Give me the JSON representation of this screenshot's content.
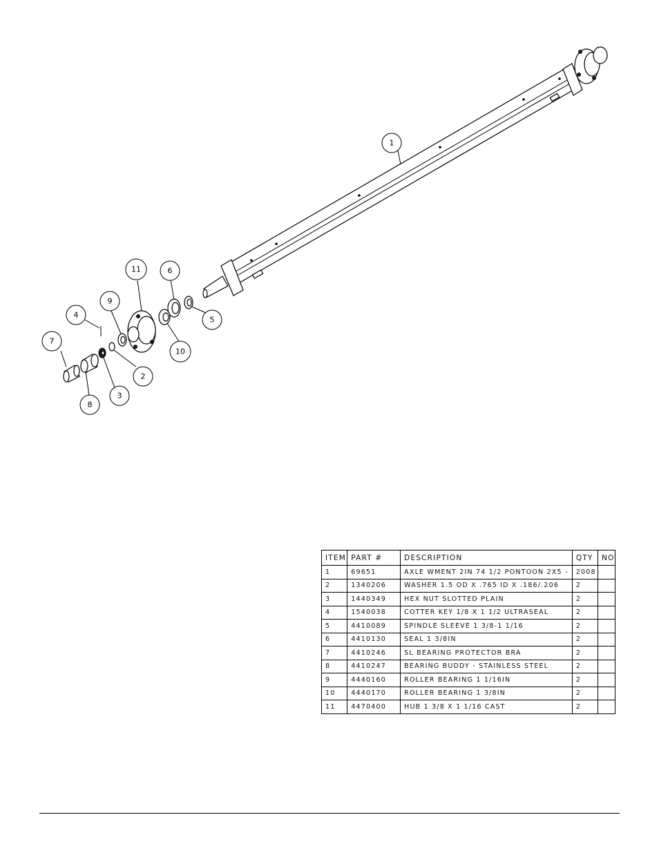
{
  "callouts": [
    "1",
    "2",
    "3",
    "4",
    "5",
    "6",
    "7",
    "8",
    "9",
    "10",
    "11"
  ],
  "bom": {
    "headers": {
      "item": "ITEM",
      "part": "PART #",
      "description": "DESCRIPTION",
      "qty": "QTY",
      "note": "NOTE"
    },
    "rows": [
      {
        "item": "1",
        "part": "69651",
        "description": "AXLE WMENT 2IN  74 1/2 PONTOON 2X5 -",
        "qty": "2008",
        "note": ""
      },
      {
        "item": "2",
        "part": "1340206",
        "description": "WASHER 1.5 OD X .765 ID X .186/.206",
        "qty": "2",
        "note": ""
      },
      {
        "item": "3",
        "part": "1440349",
        "description": "HEX NUT SLOTTED PLAIN",
        "qty": "2",
        "note": ""
      },
      {
        "item": "4",
        "part": "1540038",
        "description": "COTTER KEY 1/8 X 1 1/2 ULTRASEAL",
        "qty": "2",
        "note": ""
      },
      {
        "item": "5",
        "part": "4410089",
        "description": "SPINDLE SLEEVE  1 3/8-1 1/16",
        "qty": "2",
        "note": ""
      },
      {
        "item": "6",
        "part": "4410130",
        "description": "SEAL  1 3/8IN",
        "qty": "2",
        "note": ""
      },
      {
        "item": "7",
        "part": "4410246",
        "description": "SL BEARING PROTECTOR BRA",
        "qty": "2",
        "note": ""
      },
      {
        "item": "8",
        "part": "4410247",
        "description": "BEARING BUDDY - STAINLESS STEEL",
        "qty": "2",
        "note": ""
      },
      {
        "item": "9",
        "part": "4440160",
        "description": "ROLLER BEARING   1 1/16IN",
        "qty": "2",
        "note": ""
      },
      {
        "item": "10",
        "part": "4440170",
        "description": "ROLLER BEARING   1 3/8IN",
        "qty": "2",
        "note": ""
      },
      {
        "item": "11",
        "part": "4470400",
        "description": "HUB  1 3/8 X 1 1/16 CAST",
        "qty": "2",
        "note": ""
      }
    ]
  }
}
